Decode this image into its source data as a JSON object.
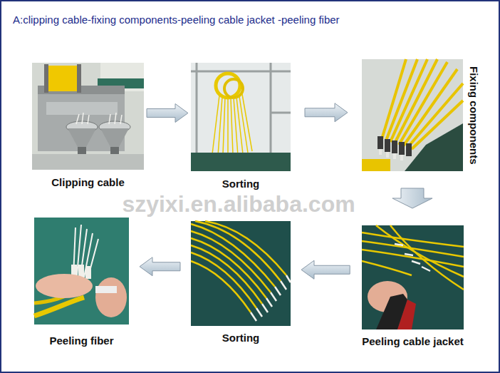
{
  "diagram": {
    "title": "A:clipping cable-fixing components-peeling cable jacket -peeling fiber",
    "nodes": [
      {
        "text": [
          "Clipping cable"
        ]
      },
      {
        "text": [
          "Sorting"
        ]
      },
      {
        "text": [
          "Fixing components"
        ]
      },
      {
        "text": [
          "Peeling fiber"
        ]
      },
      {
        "text": [
          "Sorting"
        ]
      },
      {
        "text": [
          "Peeling cable jacket"
        ]
      }
    ],
    "edges": [
      {
        "from": 0,
        "to": 1,
        "arrow": "to"
      },
      {
        "from": 1,
        "to": 2,
        "arrow": "to"
      },
      {
        "from": 2,
        "to": 5,
        "arrow": "to"
      },
      {
        "from": 5,
        "to": 4,
        "arrow": "to"
      },
      {
        "from": 4,
        "to": 3,
        "arrow": "to"
      }
    ],
    "labels": [
      "szyixi.en.alibaba.com"
    ]
  }
}
